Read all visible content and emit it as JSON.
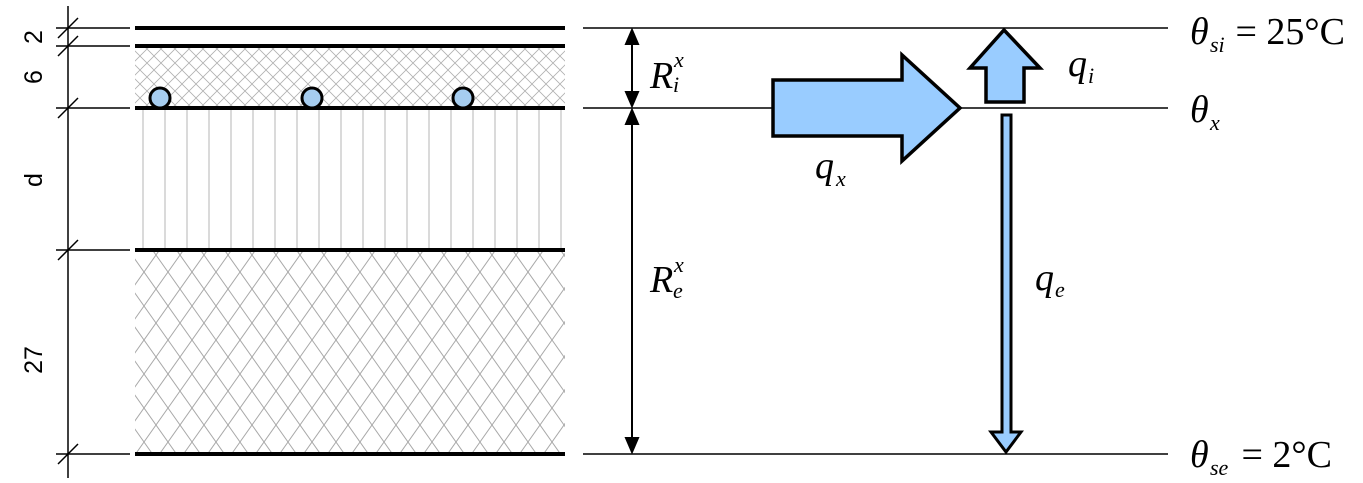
{
  "dimensions": {
    "d1": "2",
    "d2": "6",
    "d3": "d",
    "d4": "27"
  },
  "resistances": {
    "ri": {
      "symbol": "R",
      "sub": "i",
      "sup": "x"
    },
    "re": {
      "symbol": "R",
      "sub": "e",
      "sup": "x"
    }
  },
  "fluxes": {
    "qx": {
      "symbol": "q",
      "sub": "x"
    },
    "qi": {
      "symbol": "q",
      "sub": "i"
    },
    "qe": {
      "symbol": "q",
      "sub": "e"
    }
  },
  "temperatures": {
    "tsi": {
      "symbol": "θ",
      "sub": "si",
      "rest": " = 25°C"
    },
    "tx": {
      "symbol": "θ",
      "sub": "x"
    },
    "tse": {
      "symbol": "θ",
      "sub": "se",
      "rest": " = 2°C"
    }
  },
  "colors": {
    "arrow_fill": "#99ccff",
    "pipe_fill": "#a6cdf0",
    "hatch": "#aaaaaa",
    "line": "#000000"
  }
}
